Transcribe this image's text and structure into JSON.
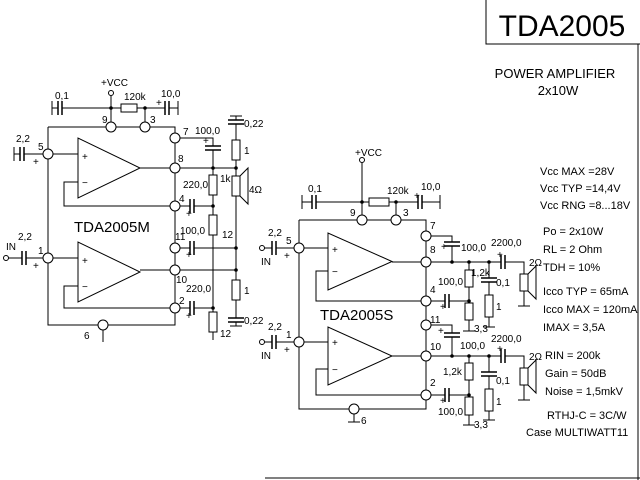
{
  "title": "TDA2005",
  "subtitle": "POWER AMPLIFIER",
  "subtitle2": "2x10W",
  "colors": {
    "ink": "#000000",
    "background": "#ffffff"
  },
  "circuit_m": {
    "name": "TDA2005M",
    "vcc": "+VCC",
    "c_supply": "0,1",
    "r_boot": "120k",
    "c_boot": "10,0",
    "pin9": "9",
    "pin3": "3",
    "pin7": "7",
    "pin8": "8",
    "pin4": "4",
    "pin11": "11",
    "pin10": "10",
    "pin2": "2",
    "pin5": "5",
    "pin1": "1",
    "pin6": "6",
    "c7": "100,0",
    "c_zobel_top": "0,22",
    "r_zobel_top": "1",
    "c4": "220,0",
    "r_fb": "1k",
    "speaker": "4Ω",
    "r12_top": "12",
    "c11": "100,0",
    "c2": "220,0",
    "r_zobel_bot": "1",
    "c_zobel_bot": "0,22",
    "r12_bot": "12",
    "c_in5": "2,2",
    "c_in1": "2,2",
    "in_label": "IN",
    "plus": "+",
    "minus": "−"
  },
  "circuit_s": {
    "name": "TDA2005S",
    "vcc": "+VCC",
    "c_supply": "0,1",
    "r_boot": "120k",
    "c_boot": "10,0",
    "pin9": "9",
    "pin3": "3",
    "pin7": "7",
    "pin8": "8",
    "pin4": "4",
    "pin11": "11",
    "pin10": "10",
    "pin2": "2",
    "pin5": "5",
    "pin1": "1",
    "pin6": "6",
    "c7": "100,0",
    "c_out_top": "2200,0",
    "spk_top": "2Ω",
    "r_top": "1,2k",
    "c4": "100,0",
    "c_z_top": "0,1",
    "r_z_top": "1",
    "r33_top": "3,3",
    "c11": "100,0",
    "c_out_bot": "2200,0",
    "spk_bot": "2Ω",
    "r_bot": "1,2k",
    "c_z_bot": "0,1",
    "r_z_bot": "1",
    "c2": "100,0",
    "r33_bot": "3,3",
    "c_in5": "2,2",
    "c_in1": "2,2",
    "in_label": "IN",
    "plus": "+",
    "minus": "−"
  },
  "specs": [
    "Vcc MAX =28V",
    "Vcc TYP =14,4V",
    "Vcc RNG =8...18V",
    "Po  =  2x10W",
    "RL  =  2  Ohm",
    "TDH = 10%",
    "Icco TYP = 65mA",
    "Icco MAX = 120mA",
    "IMAX  =   3,5A",
    "RIN   =  200k",
    "Gain  =  50dB",
    "Noise = 1,5mkV",
    "RTHJ-C = 3C/W",
    "Case MULTIWATT11"
  ]
}
